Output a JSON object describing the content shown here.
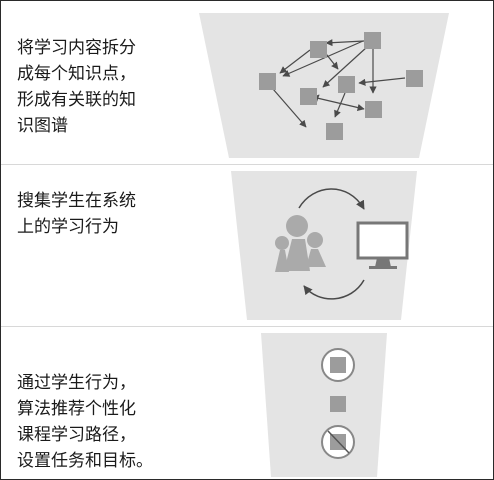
{
  "steps": [
    {
      "text": "将学习内容拆分\n成每个知识点，\n形成有关联的知\n识图谱",
      "icon": "knowledge-graph"
    },
    {
      "text": "搜集学生在系统\n上的学习行为",
      "icon": "learner-computer-cycle"
    },
    {
      "text": "通过学生行为，\n算法推荐个性化\n课程学习路径，\n设置任务和目标。",
      "icon": "learning-path"
    }
  ],
  "colors": {
    "panel": "#e4e4e4",
    "node": "#9c9c9c",
    "arrow": "#4a4a4a",
    "figure": "#aaaaaa",
    "text": "#1a1a1a"
  }
}
